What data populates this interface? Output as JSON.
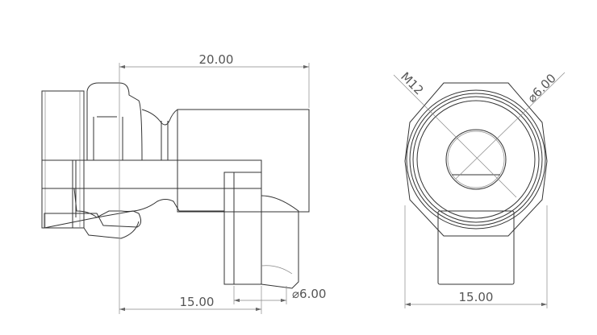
{
  "drawing": {
    "side_view": {
      "overall_length": "20.00",
      "outlet_offset": "15.00",
      "outlet_diameter": "⌀6.00"
    },
    "end_view": {
      "thread": "M12",
      "bore_diameter": "⌀6.00",
      "width": "15.00"
    }
  }
}
